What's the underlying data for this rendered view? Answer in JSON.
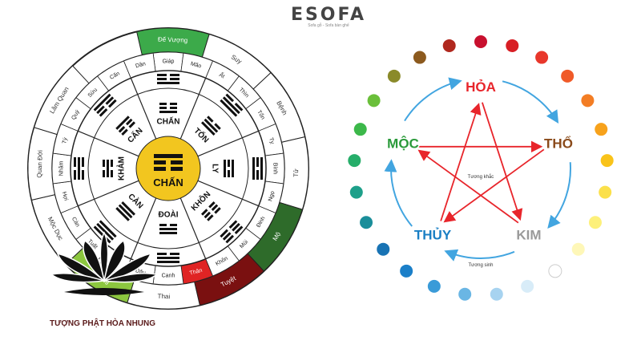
{
  "logo": {
    "main": "ESOFA",
    "sub": "Sofa gỗ - Sofa bàn ghế"
  },
  "bagua": {
    "center_label": "CHẤN",
    "colors": {
      "ring": "#222222",
      "center": "#f2c61f",
      "accent_green": "#3caa4a",
      "light_green": "#8cc63f",
      "dark_green": "#2e6b2a",
      "red": "#e02424",
      "dark_red": "#7a1010"
    },
    "trigram_labels": [
      {
        "label": "CHẤN",
        "angle": 0
      },
      {
        "label": "TỐN",
        "angle": 45
      },
      {
        "label": "LY",
        "angle": 90
      },
      {
        "label": "KHÔN",
        "angle": 135
      },
      {
        "label": "ĐOÀI",
        "angle": 180
      },
      {
        "label": "CÀN",
        "angle": 225
      },
      {
        "label": "KHẢM",
        "angle": 270
      },
      {
        "label": "CẤN",
        "angle": 315
      }
    ],
    "inner_ring": [
      "Giáp",
      "Mão",
      "Ất",
      "Thìn",
      "Tốn",
      "Tỵ",
      "Bính",
      "Ngọ",
      "Đinh",
      "Mùi",
      "Khôn",
      "Thân",
      "Canh",
      "Dậu",
      "Tân",
      "Tuất",
      "Càn",
      "Hợi",
      "Nhâm",
      "Tý",
      "Quý",
      "Sửu",
      "Cấn",
      "Dần"
    ],
    "outer_ring": [
      {
        "label": "Đế Vượng",
        "fill": "#3caa4a",
        "text": "#ffffff"
      },
      {
        "label": "Suy",
        "fill": "#ffffff",
        "text": "#333333"
      },
      {
        "label": "Bệnh",
        "fill": "#ffffff",
        "text": "#333333"
      },
      {
        "label": "Tử",
        "fill": "#ffffff",
        "text": "#333333"
      },
      {
        "label": "Mộ",
        "fill": "#2e6b2a",
        "text": "#ffffff"
      },
      {
        "label": "Tuyệt",
        "fill": "#7a1010",
        "text": "#ffffff"
      },
      {
        "label": "Thai",
        "fill": "#ffffff",
        "text": "#333333"
      },
      {
        "label": "Dưỡng",
        "fill": "#8cc63f",
        "text": "#ffffff"
      },
      {
        "label": "Mộc Dục",
        "fill": "#ffffff",
        "text": "#333333"
      },
      {
        "label": "Quan Đới",
        "fill": "#ffffff",
        "text": "#333333"
      },
      {
        "label": "Lâm Quan",
        "fill": "#ffffff",
        "text": "#333333"
      }
    ],
    "red_cell": {
      "label": "Thân"
    }
  },
  "wuxing": {
    "elements": [
      {
        "key": "hoa",
        "label": "HỎA",
        "color": "#e8252b"
      },
      {
        "key": "tho",
        "label": "THỔ",
        "color": "#8a4a1a"
      },
      {
        "key": "kim",
        "label": "KIM",
        "color": "#9a9a9a"
      },
      {
        "key": "thuy",
        "label": "THỦY",
        "color": "#1a7fc4"
      },
      {
        "key": "moc",
        "label": "MỘC",
        "color": "#2a9a3a"
      }
    ],
    "inner_caption": "Tương khắc",
    "outer_caption": "Tương sinh",
    "arrow_colors": {
      "sinh": "#42a5e0",
      "khac": "#e8252b"
    },
    "dot_colors": [
      "#c8102e",
      "#d81e24",
      "#e8372b",
      "#f05a28",
      "#f37d24",
      "#f7a21c",
      "#f9c31a",
      "#fbe04a",
      "#fdf07a",
      "#fef7b8",
      "#ffffff",
      "#d8ecf8",
      "#a7d3f0",
      "#6ab6e4",
      "#3a9bd8",
      "#1b7fc8",
      "#1873b4",
      "#1a8e9a",
      "#1ea08a",
      "#26ae6a",
      "#3cb84a",
      "#6abf3a",
      "#8a8a2a",
      "#8c5a1e",
      "#b0281e"
    ]
  },
  "brand": {
    "text": "TƯỢNG PHẬT HÒA NHUNG"
  }
}
